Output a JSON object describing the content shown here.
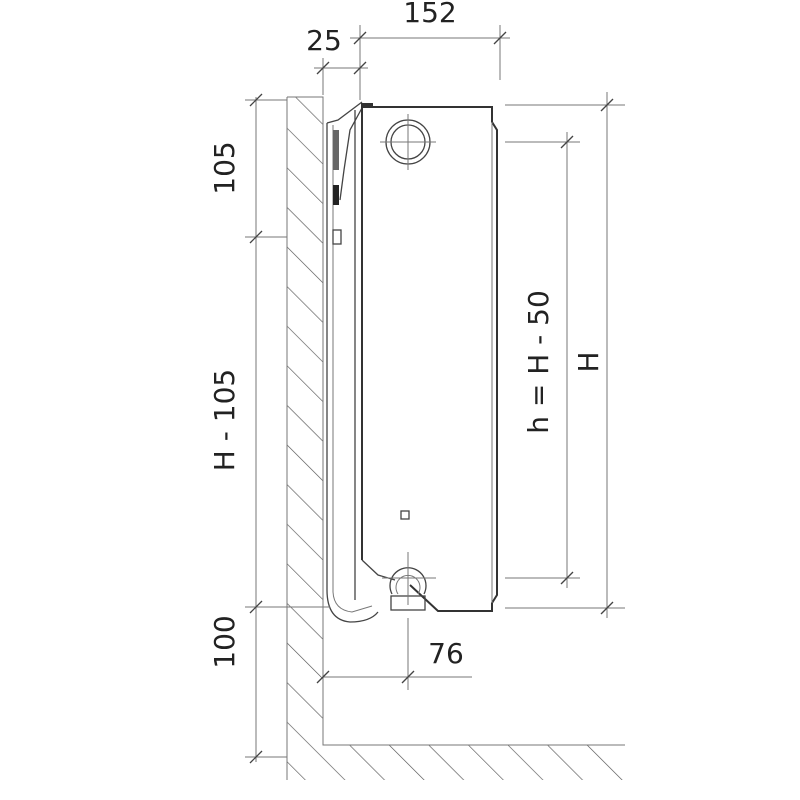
{
  "dimensions": {
    "bracket_offset": "25",
    "depth": "152",
    "top_offset": "105",
    "bracket_span": "H - 105",
    "floor_clearance": "100",
    "connection_offset": "76",
    "connection_spacing": "h = H - 50",
    "height": "H"
  },
  "colors": {
    "line": "#333333",
    "hatch": "#555555",
    "background": "#ffffff"
  }
}
